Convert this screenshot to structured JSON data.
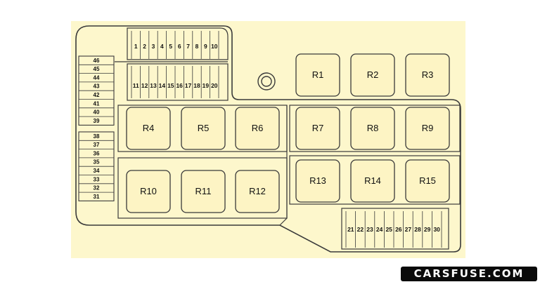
{
  "diagram": {
    "relays": [
      "R1",
      "R2",
      "R3",
      "R4",
      "R5",
      "R6",
      "R7",
      "R8",
      "R9",
      "R10",
      "R11",
      "R12",
      "R13",
      "R14",
      "R15"
    ],
    "fuses_top_row1": [
      "1",
      "2",
      "3",
      "4",
      "5",
      "6",
      "7",
      "8",
      "9",
      "10"
    ],
    "fuses_top_row2": [
      "11",
      "12",
      "13",
      "14",
      "15",
      "16",
      "17",
      "18",
      "19",
      "20"
    ],
    "fuses_side_upper": [
      "46",
      "45",
      "44",
      "43",
      "42",
      "41",
      "40",
      "39"
    ],
    "fuses_side_lower": [
      "38",
      "37",
      "36",
      "35",
      "34",
      "33",
      "32",
      "31"
    ],
    "fuses_bottom": [
      "21",
      "22",
      "23",
      "24",
      "25",
      "26",
      "27",
      "28",
      "29",
      "30"
    ],
    "colors": {
      "background": "#fdf7cc",
      "stroke": "#3a3a3a",
      "relay_fill": "#fdf4c4"
    }
  },
  "watermark": {
    "text": "CARSFUSE.COM"
  }
}
